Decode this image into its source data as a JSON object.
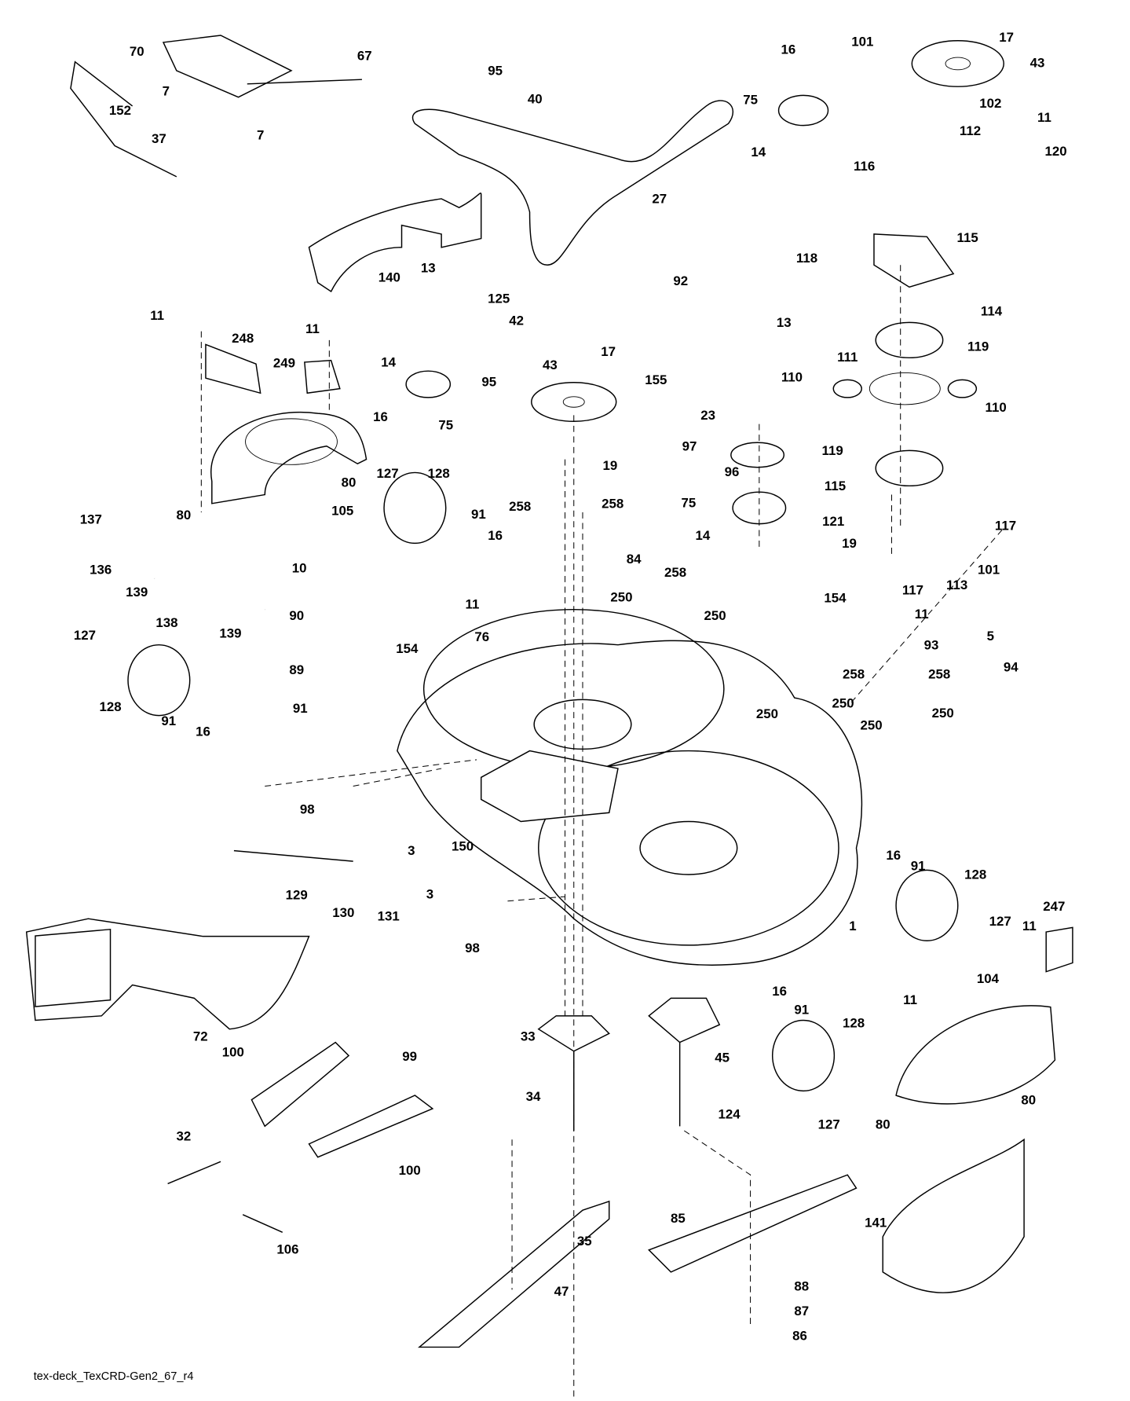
{
  "diagram": {
    "footer_code": "tex-deck_TexCRD-Gen2_67_r4",
    "callouts": [
      "70",
      "67",
      "7",
      "152",
      "37",
      "7",
      "95",
      "40",
      "16",
      "101",
      "17",
      "43",
      "75",
      "102",
      "11",
      "112",
      "120",
      "14",
      "116",
      "27",
      "118",
      "115",
      "140",
      "13",
      "125",
      "42",
      "95",
      "92",
      "11",
      "248",
      "11",
      "249",
      "14",
      "16",
      "75",
      "17",
      "43",
      "13",
      "114",
      "119",
      "110",
      "111",
      "110",
      "155",
      "80",
      "105",
      "127",
      "128",
      "91",
      "16",
      "19",
      "23",
      "97",
      "96",
      "75",
      "119",
      "115",
      "14",
      "137",
      "80",
      "136",
      "139",
      "258",
      "258",
      "84",
      "121",
      "117",
      "19",
      "117",
      "113",
      "101",
      "10",
      "90",
      "138",
      "139",
      "11",
      "76",
      "250",
      "258",
      "250",
      "154",
      "11",
      "127",
      "154",
      "93",
      "5",
      "94",
      "89",
      "91",
      "128",
      "91",
      "16",
      "258",
      "258",
      "250",
      "250",
      "250",
      "250",
      "98",
      "150",
      "3",
      "3",
      "16",
      "91",
      "128",
      "129",
      "130",
      "131",
      "1",
      "247",
      "127",
      "11",
      "98",
      "104",
      "72",
      "11",
      "80",
      "16",
      "91",
      "128",
      "33",
      "45",
      "100",
      "99",
      "34",
      "124",
      "127",
      "80",
      "32",
      "100",
      "141",
      "106",
      "85",
      "35",
      "88",
      "47",
      "87",
      "86"
    ]
  }
}
